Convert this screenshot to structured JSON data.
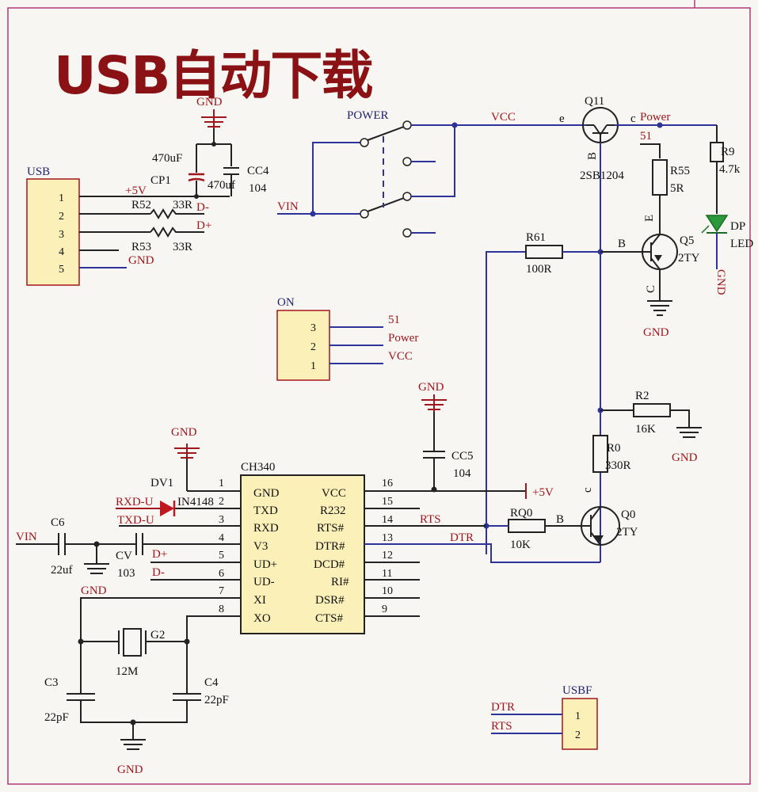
{
  "title": "USB自动下载",
  "usb": {
    "name": "USB",
    "pins": [
      "1",
      "2",
      "3",
      "4",
      "5"
    ]
  },
  "on": {
    "name": "ON",
    "pins": [
      "3",
      "2",
      "1"
    ],
    "nets": [
      "51",
      "Power",
      "VCC"
    ]
  },
  "usbf": {
    "name": "USBF",
    "pins": [
      "1",
      "2"
    ],
    "nets": [
      "DTR",
      "RTS"
    ]
  },
  "nets": {
    "vcc": "VCC",
    "vin": "VIN",
    "vin2": "VIN",
    "power": "POWER",
    "power_net": "Power",
    "n51": "51",
    "plus5v": "+5V",
    "plus5v_b": "+5V",
    "dminus": "D-",
    "dplus": "D+",
    "dplus2": "D+",
    "dminus2": "D-",
    "gnd_usb": "GND",
    "rts": "RTS",
    "dtr": "DTR",
    "rxdu": "RXD-U",
    "txdu": "TXD-U"
  },
  "gnd": [
    "GND",
    "GND",
    "GND",
    "GND",
    "GND",
    "GND",
    "GND",
    "GND"
  ],
  "components": {
    "cp1": {
      "ref": "CP1",
      "value": "470uF"
    },
    "cc4": {
      "ref": "CC4",
      "value": "104",
      "value2": "470uf"
    },
    "r52": {
      "ref": "R52",
      "value": "33R"
    },
    "r53": {
      "ref": "R53",
      "value": "33R"
    },
    "q11": {
      "ref": "Q11",
      "value": "2SB1204",
      "e": "e",
      "c": "c",
      "b": "B"
    },
    "r55": {
      "ref": "R55",
      "value": "5R"
    },
    "r9": {
      "ref": "R9",
      "value": "4.7k"
    },
    "dp": {
      "ref": "DP",
      "value": "LED"
    },
    "r61": {
      "ref": "R61",
      "value": "100R"
    },
    "q5": {
      "ref": "Q5",
      "value": "2TY",
      "b": "B",
      "e": "E",
      "c": "C"
    },
    "cc5": {
      "ref": "CC5",
      "value": "104"
    },
    "r2": {
      "ref": "R2",
      "value": "16K"
    },
    "r0": {
      "ref": "R0",
      "value": "330R"
    },
    "rq0": {
      "ref": "RQ0",
      "value": "10K"
    },
    "q0": {
      "ref": "Q0",
      "value": "2TY",
      "b": "B",
      "c": "c"
    },
    "dv1": {
      "ref": "DV1",
      "value": "IN4148"
    },
    "c6": {
      "ref": "C6",
      "value": "22uf"
    },
    "cv": {
      "ref": "CV",
      "value": "103"
    },
    "g2": {
      "ref": "G2",
      "value": "12M"
    },
    "c3": {
      "ref": "C3",
      "value": "22pF"
    },
    "c4": {
      "ref": "C4",
      "value": "22pF"
    }
  },
  "ch340": {
    "name": "CH340",
    "left": [
      {
        "num": "1",
        "name": "GND"
      },
      {
        "num": "2",
        "name": "TXD"
      },
      {
        "num": "3",
        "name": "RXD"
      },
      {
        "num": "4",
        "name": "V3"
      },
      {
        "num": "5",
        "name": "UD+"
      },
      {
        "num": "6",
        "name": "UD-"
      },
      {
        "num": "7",
        "name": "XI"
      },
      {
        "num": "8",
        "name": "XO"
      }
    ],
    "right": [
      {
        "num": "16",
        "name": "VCC"
      },
      {
        "num": "15",
        "name": "R232"
      },
      {
        "num": "14",
        "name": "RTS#"
      },
      {
        "num": "13",
        "name": "DTR#"
      },
      {
        "num": "12",
        "name": "DCD#"
      },
      {
        "num": "11",
        "name": "RI#"
      },
      {
        "num": "10",
        "name": "DSR#"
      },
      {
        "num": "9",
        "name": "CTS#"
      }
    ]
  }
}
